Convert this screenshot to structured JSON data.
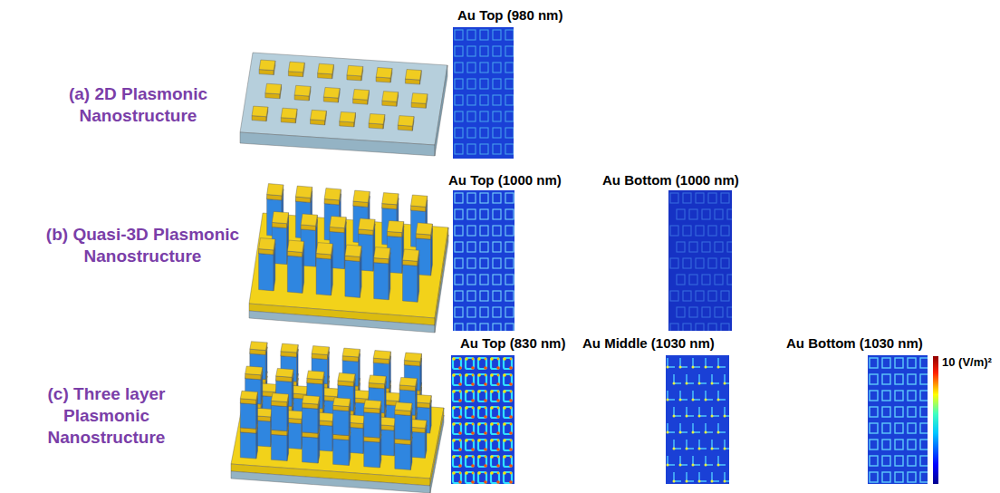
{
  "diagram": {
    "nodes": [
      {
        "text": [
          "Au Top (980 nm)"
        ]
      },
      {
        "text": [
          "Au Top (1000 nm)"
        ]
      },
      {
        "text": [
          "Au Bottom (1000 nm)"
        ]
      },
      {
        "text": [
          "Au Top (830 nm)"
        ]
      },
      {
        "text": [
          "Au Middle (1030 nm)"
        ]
      },
      {
        "text": [
          "Au Bottom (1030 nm)"
        ]
      }
    ],
    "labels": [
      "(a) 2D Plasmonic Nanostructure",
      "(b) Quasi-3D Plasmonic Nanostructure",
      "(c) Three layer Plasmonic Nanostructure",
      "10 (V/m)²"
    ]
  }
}
